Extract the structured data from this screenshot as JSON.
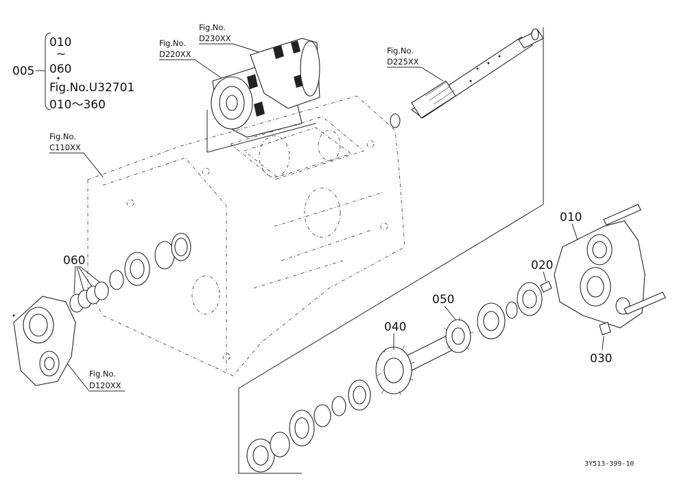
{
  "legend": {
    "main_ref": "005",
    "line1": "010",
    "line2": "~",
    "line3": "060",
    "line4": "Fig.No.U32701",
    "line5": "010～360"
  },
  "refs": [
    {
      "name": "fig-ref-d230",
      "fig": "Fig.No.",
      "code": "D230XX"
    },
    {
      "name": "fig-ref-d220",
      "fig": "Fig.No.",
      "code": "D220XX"
    },
    {
      "name": "fig-ref-d225",
      "fig": "Fig.No.",
      "code": "D225XX"
    },
    {
      "name": "fig-ref-c110",
      "fig": "Fig.No.",
      "code": "C110XX"
    },
    {
      "name": "fig-ref-d120",
      "fig": "Fig.No.",
      "code": "D120XX"
    }
  ],
  "parts": {
    "p010": "010",
    "p020": "020",
    "p030": "030",
    "p040": "040",
    "p050": "050",
    "p060": "060"
  },
  "drawing_code": "3Y513-399-10"
}
